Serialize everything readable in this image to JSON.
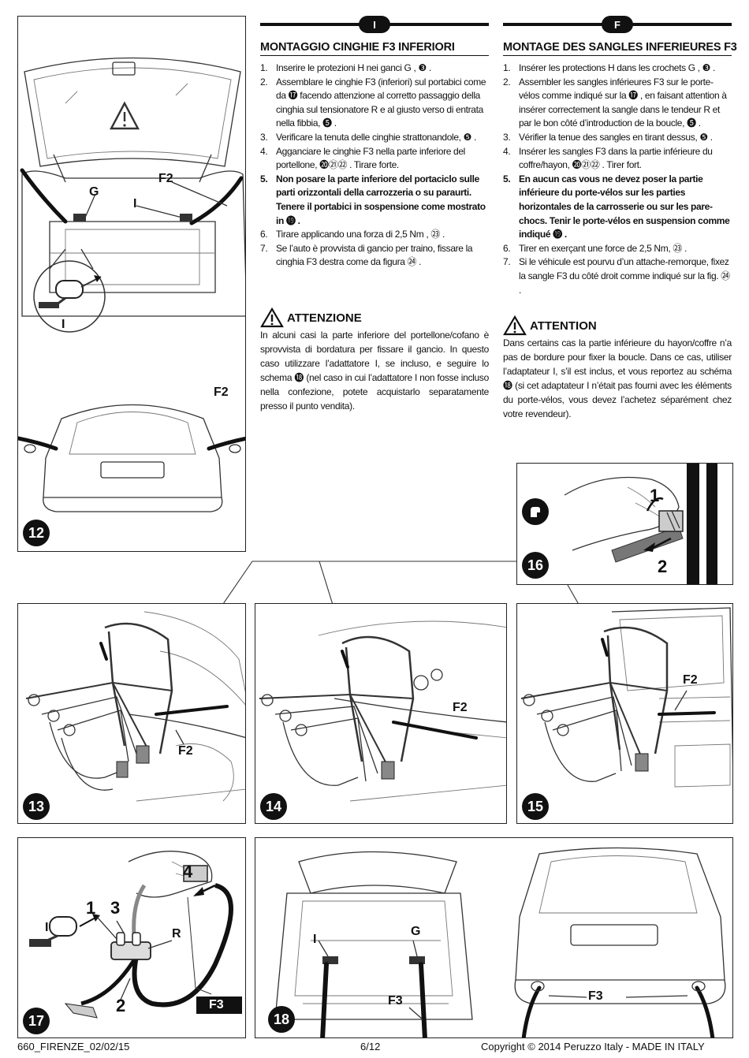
{
  "figure_labels": {
    "fig12": "12",
    "fig13": "13",
    "fig14": "14",
    "fig15": "15",
    "fig16": "16",
    "fig17": "17",
    "fig18": "18"
  },
  "part_labels": {
    "G": "G",
    "I": "I",
    "F2": "F2",
    "F3": "F3",
    "R": "R",
    "step1": "1",
    "step2": "2",
    "step3": "3",
    "step4": "4"
  },
  "italian": {
    "tab": "I",
    "title": "MONTAGGIO CINGHIE F3 INFERIORI",
    "steps": [
      {
        "num": "1.",
        "text": "Inserire le protezioni H nei ganci G , ❸ ."
      },
      {
        "num": "2.",
        "text": "Assemblare le cinghie F3 (inferiori) sul portabici come da ⓱ facendo attenzione al corretto passaggio della cinghia sul tensionatore R e al giusto verso di entrata nella fibbia, ❺ ."
      },
      {
        "num": "3.",
        "text": "Verificare la tenuta delle cinghie strattonandole, ❺ ."
      },
      {
        "num": "4.",
        "text": "Agganciare le cinghie F3 nella parte inferiore del portellone, ⓴㉑㉒ . Tirare forte."
      },
      {
        "num": "5.",
        "text": "Non posare la parte inferiore del portaciclo sulle parti orizzontali della carrozzeria o su paraurti. Tenere il portabici in sospensione come mostrato in ⓳ ."
      },
      {
        "num": "6.",
        "text": "Tirare applicando una forza di 2,5 Nm , ㉓ ."
      },
      {
        "num": "7.",
        "text": "Se l’auto è provvista di gancio per traino, fissare la cinghia F3 destra come da figura ㉔ ."
      }
    ],
    "warning_title": "ATTENZIONE",
    "warning_text": "In alcuni casi la parte inferiore del portellone/cofano è sprovvista di bordatura per fissare il gancio. In questo caso utilizzare l’adattatore I, se incluso, e seguire lo schema ⓲ (nel caso in cui l’adattatore I non fosse incluso nella confezione, potete acquistarlo separatamente presso il punto vendita)."
  },
  "french": {
    "tab": "F",
    "title": "MONTAGE DES SANGLES INFERIEURES F3",
    "steps": [
      {
        "num": "1.",
        "text": "Insérer les protections H dans les crochets G , ❸ ."
      },
      {
        "num": "2.",
        "text": "Assembler les sangles inférieures F3 sur le porte-vélos comme indiqué sur la ⓱ , en faisant attention à insérer correctement la sangle dans le tendeur R et par le bon côté d’introduction de la boucle, ❺ ."
      },
      {
        "num": "3.",
        "text": "Vérifier la tenue des sangles en tirant dessus, ❺ ."
      },
      {
        "num": "4.",
        "text": "Insérer les sangles F3 dans la partie inférieure du coffre/hayon, ⓴㉑㉒ . Tirer fort."
      },
      {
        "num": "5.",
        "text": "En aucun cas vous ne devez poser la partie inférieure du porte-vélos sur les parties horizontales de la carrosserie ou sur les pare-chocs. Tenir le porte-vélos en suspension comme indiqué ⓳ ."
      },
      {
        "num": "6.",
        "text": "Tirer en exerçant une force de 2,5 Nm, ㉓ ."
      },
      {
        "num": "7.",
        "text": "Si le véhicule est pourvu d’un attache-remorque, fixez la sangle F3 du côté droit comme indiqué sur la fig. ㉔ ."
      }
    ],
    "warning_title": "ATTENTION",
    "warning_text": "Dans certains cas la partie inférieure du hayon/coffre n’a pas de bordure pour fixer la boucle. Dans ce cas, utiliser l’adaptateur I, s’il est inclus, et vous reportez au schéma ⓲ (si cet adaptateur I n’était pas fourni avec les éléments du porte-vélos, vous devez l’achetez séparément chez votre revendeur)."
  },
  "footer": {
    "left": "660_FIRENZE_02/02/15",
    "center": "6/12",
    "right": "Copyright © 2014 Peruzzo Italy - MADE IN ITALY"
  },
  "icons": {
    "warning": "warning-triangle-icon",
    "gloved_hand": "gloved-hand-icon"
  }
}
